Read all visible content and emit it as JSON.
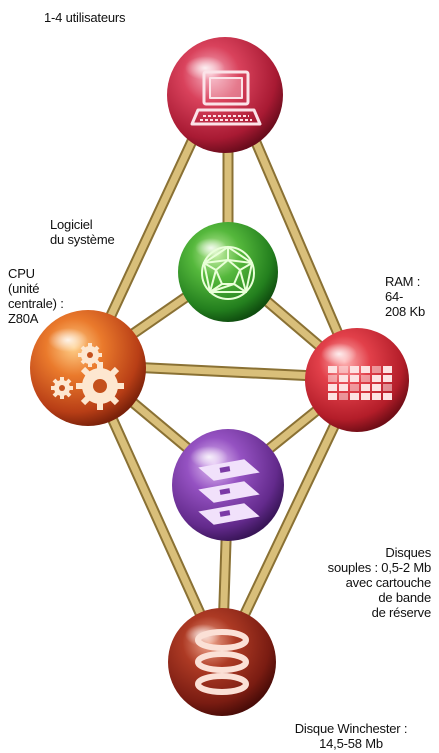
{
  "colors": {
    "connector": "#cbb06a",
    "connector_edge": "#8a7134",
    "terminal": "#c1253f",
    "software": "#2f9a2a",
    "cpu": "#d2581e",
    "ram": "#cf2636",
    "floppy": "#7b3aa6",
    "winchester": "#8c2118"
  },
  "nodes": {
    "terminal": {
      "label": "1-4 utilisateurs",
      "icon": "computer-terminal-icon"
    },
    "software": {
      "label": "Logiciel\ndu système",
      "icon": "geodesic-sphere-icon"
    },
    "cpu": {
      "label": "CPU\n(unité\ncentrale) :\nZ80A",
      "icon": "gears-icon"
    },
    "ram": {
      "label": "RAM :\n64-\n208 Kb",
      "icon": "memory-chip-icon"
    },
    "floppy": {
      "label": "Disques\nsouples : 0,5-2 Mb\navec cartouche\nde bande\nde réserve",
      "icon": "floppy-disks-icon"
    },
    "winchester": {
      "label": "Disque Winchester :\n14,5-58 Mb",
      "icon": "hard-disk-platters-icon"
    }
  }
}
